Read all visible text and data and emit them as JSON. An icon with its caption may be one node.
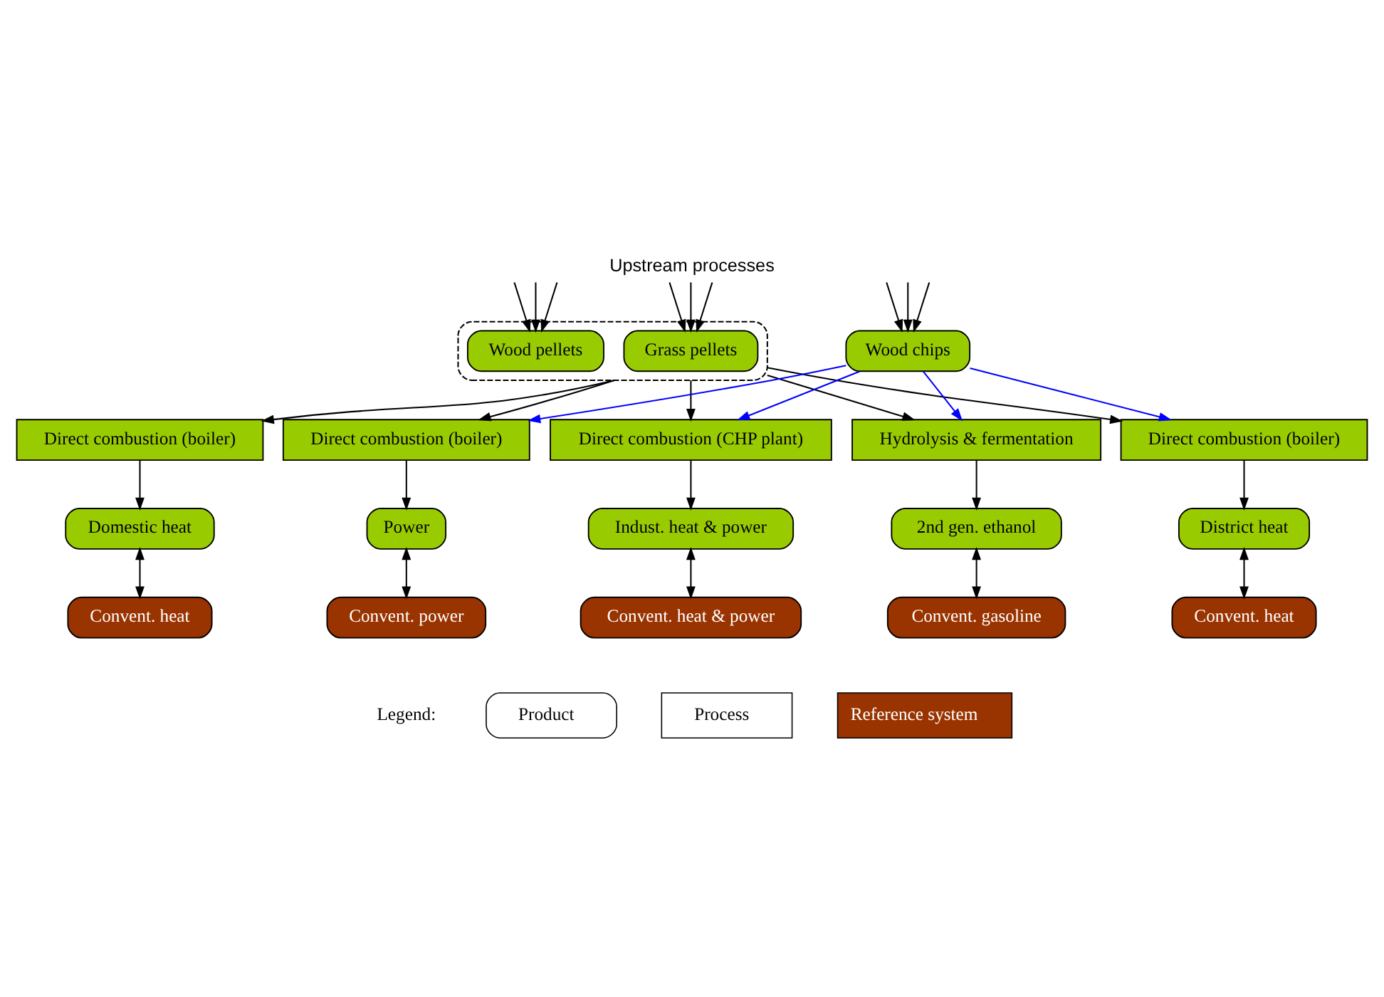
{
  "diagram": {
    "title": "Upstream processes",
    "nodes": [
      {
        "text": [],
        "shape": "box"
      },
      {
        "text": [
          "Grass pellets"
        ],
        "in": 0
      },
      {
        "text": [
          "Wood pellets"
        ],
        "in": 0
      },
      {
        "text": [
          "Wood chips"
        ]
      },
      {
        "text": [
          "Direct combustion (boiler)"
        ]
      },
      {
        "text": [
          "Direct combustion (boiler)"
        ]
      },
      {
        "text": [
          "Direct combustion (boiler)"
        ]
      },
      {
        "text": [
          "Direct combustion (CHP plant)"
        ]
      },
      {
        "text": [
          "Hydrolysis & fermentation"
        ]
      },
      {
        "text": [
          "Domestic heat"
        ]
      },
      {
        "text": [
          "District heat"
        ]
      },
      {
        "text": [
          "Power"
        ]
      },
      {
        "text": [
          "Indust. heat & power"
        ]
      },
      {
        "text": [
          "2nd gen. ethanol"
        ]
      },
      {
        "text": [
          "Convent. heat"
        ]
      },
      {
        "text": [
          "Convent. heat"
        ]
      },
      {
        "text": [
          "Convent. power"
        ]
      },
      {
        "text": [
          "Convent. heat & power"
        ]
      },
      {
        "text": [
          "Convent. gasoline"
        ]
      }
    ],
    "edges": [
      {
        "from": null,
        "to": 1,
        "arrow": "to"
      },
      {
        "from": null,
        "to": 1,
        "arrow": "to"
      },
      {
        "from": null,
        "to": 1,
        "arrow": "to"
      },
      {
        "from": null,
        "to": 2,
        "arrow": "to"
      },
      {
        "from": null,
        "to": 2,
        "arrow": "to"
      },
      {
        "from": null,
        "to": 2,
        "arrow": "to"
      },
      {
        "from": null,
        "to": 3,
        "arrow": "to"
      },
      {
        "from": null,
        "to": 3,
        "arrow": "to"
      },
      {
        "from": null,
        "to": 3,
        "arrow": "to"
      },
      {
        "from": 0,
        "to": 4,
        "arrow": "to"
      },
      {
        "from": 0,
        "to": 5,
        "arrow": "to"
      },
      {
        "from": 0,
        "to": 6,
        "arrow": "to"
      },
      {
        "from": 0,
        "to": 7,
        "arrow": "to"
      },
      {
        "from": 0,
        "to": 8,
        "arrow": "to"
      },
      {
        "from": 3,
        "to": 5,
        "arrow": "to",
        "color": "#0000ff"
      },
      {
        "from": 3,
        "to": 6,
        "arrow": "to",
        "color": "#0000ff"
      },
      {
        "from": 3,
        "to": 7,
        "arrow": "to",
        "color": "#0000ff"
      },
      {
        "from": 3,
        "to": 8,
        "arrow": "to",
        "color": "#0000ff"
      },
      {
        "from": 4,
        "to": 9,
        "arrow": "to"
      },
      {
        "from": 5,
        "to": 10,
        "arrow": "to"
      },
      {
        "from": 6,
        "to": 11,
        "arrow": "to"
      },
      {
        "from": 7,
        "to": 12,
        "arrow": "to"
      },
      {
        "from": 8,
        "to": 13,
        "arrow": "to"
      },
      {
        "from": 9,
        "to": 14,
        "arrow": "both"
      },
      {
        "from": 10,
        "to": 15,
        "arrow": "both"
      },
      {
        "from": 11,
        "to": 16,
        "arrow": "both"
      },
      {
        "from": 12,
        "to": 17,
        "arrow": "both"
      },
      {
        "from": 13,
        "to": 18,
        "arrow": "both"
      }
    ],
    "labels": [
      "Legend:"
    ],
    "legend": [
      {
        "text": "Product"
      },
      {
        "text": "Process"
      },
      {
        "text": "Reference system",
        "color": "#993300"
      }
    ]
  }
}
